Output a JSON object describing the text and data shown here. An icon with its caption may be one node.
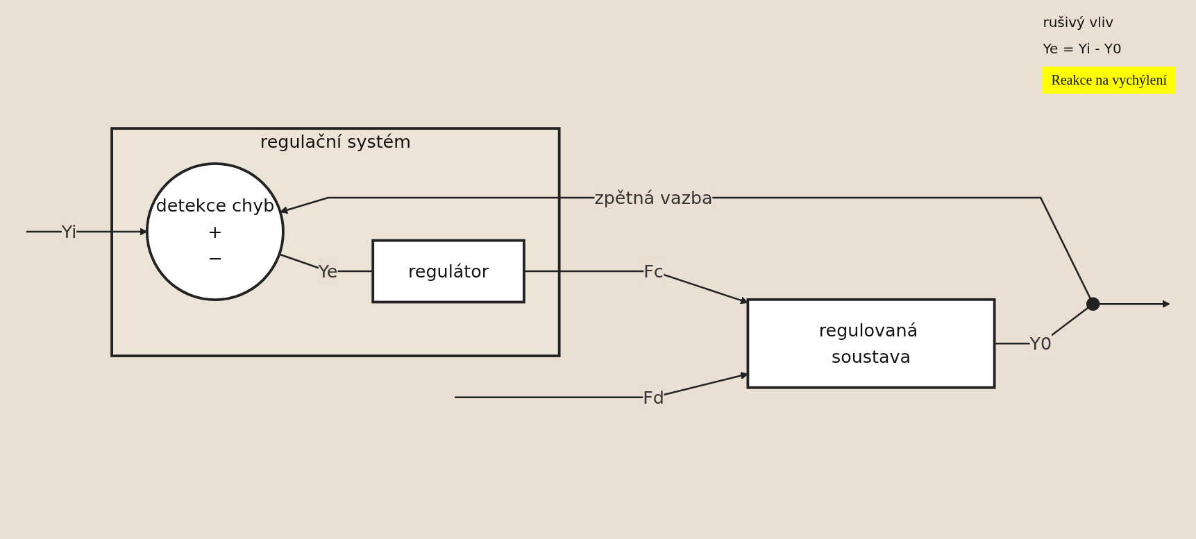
{
  "diagram": {
    "nodes": [
      {
        "text": [
          "regulační systém"
        ]
      },
      {
        "text": [
          "detekce chyb",
          "+",
          "−"
        ],
        "in": 0
      },
      {
        "text": [
          "regulátor"
        ],
        "in": 0
      },
      {
        "text": [
          "regulovaná soustava"
        ]
      },
      {
        "text": [],
        "shape": "circle"
      }
    ],
    "edges": [
      {
        "from": null,
        "to": 1,
        "arrow": "to",
        "label": "Yi"
      },
      {
        "from": 1,
        "to": 2,
        "arrow": "none",
        "label": "Ye"
      },
      {
        "from": 2,
        "to": 3,
        "arrow": "to",
        "label": "Fc"
      },
      {
        "from": null,
        "to": 3,
        "arrow": "to",
        "label": "Fd"
      },
      {
        "from": 3,
        "to": 4,
        "arrow": "none",
        "label": "Y0"
      },
      {
        "from": 4,
        "to": null,
        "arrow": "to"
      },
      {
        "from": 4,
        "to": 1,
        "arrow": "to",
        "label": "zpětná vazba"
      }
    ],
    "labels": [
      "rušivý vliv",
      "Ye = Yi - Y0",
      "Reakce na vychýlení"
    ]
  }
}
